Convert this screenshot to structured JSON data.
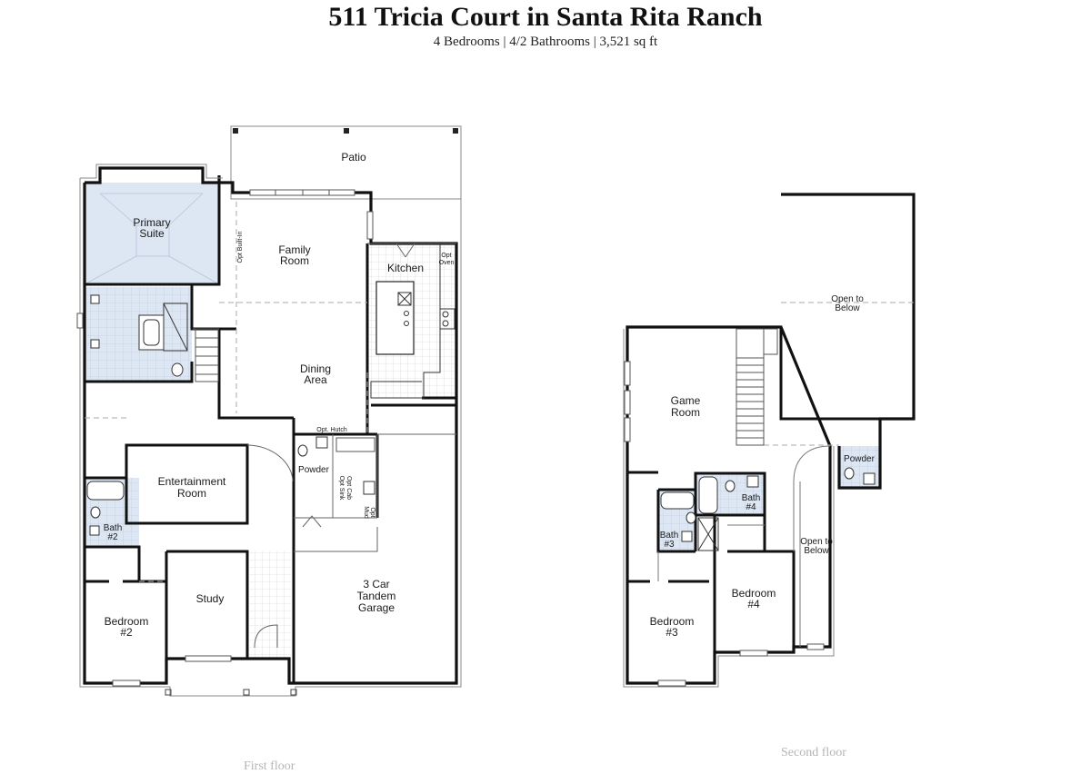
{
  "header": {
    "title": "511 Tricia Court in Santa Rita Ranch",
    "subtitle": "4 Bedrooms | 4/2 Bathrooms | 3,521 sq ft"
  },
  "first_floor": {
    "caption": "First floor",
    "rooms": {
      "patio": "Patio",
      "primary_suite": [
        "Primary",
        "Suite"
      ],
      "family_room": [
        "Family",
        "Room"
      ],
      "kitchen": "Kitchen",
      "opt_oven": [
        "Opt",
        "Oven"
      ],
      "opt_built_in": "Opt Built-In",
      "dining_area": [
        "Dining",
        "Area"
      ],
      "opt_hutch": "Opt. Hutch",
      "powder": "Powder",
      "opt_cab_sink": [
        "Opt Cab",
        "Opt Sink"
      ],
      "opt_mud": [
        "Opt",
        "Mud"
      ],
      "entertainment_room": [
        "Entertainment",
        "Room"
      ],
      "bath_2": [
        "Bath",
        "#2"
      ],
      "garage": [
        "3 Car",
        "Tandem",
        "Garage"
      ],
      "study": "Study",
      "bedroom_2": [
        "Bedroom",
        "#2"
      ]
    }
  },
  "second_floor": {
    "caption": "Second floor",
    "rooms": {
      "open_to_below_top": [
        "Open to",
        "Below"
      ],
      "game_room": [
        "Game",
        "Room"
      ],
      "powder": "Powder",
      "bath_4": [
        "Bath",
        "#4"
      ],
      "bath_3": [
        "Bath",
        "#3"
      ],
      "open_to_below_right": [
        "Open to",
        "Below"
      ],
      "bedroom_4": [
        "Bedroom",
        "#4"
      ],
      "bedroom_3": [
        "Bedroom",
        "#3"
      ]
    }
  },
  "colors": {
    "wall": "#111111",
    "tile_fill": "#dde6f3",
    "light_line": "#9a9a9a",
    "caption": "#b5b5b5"
  }
}
